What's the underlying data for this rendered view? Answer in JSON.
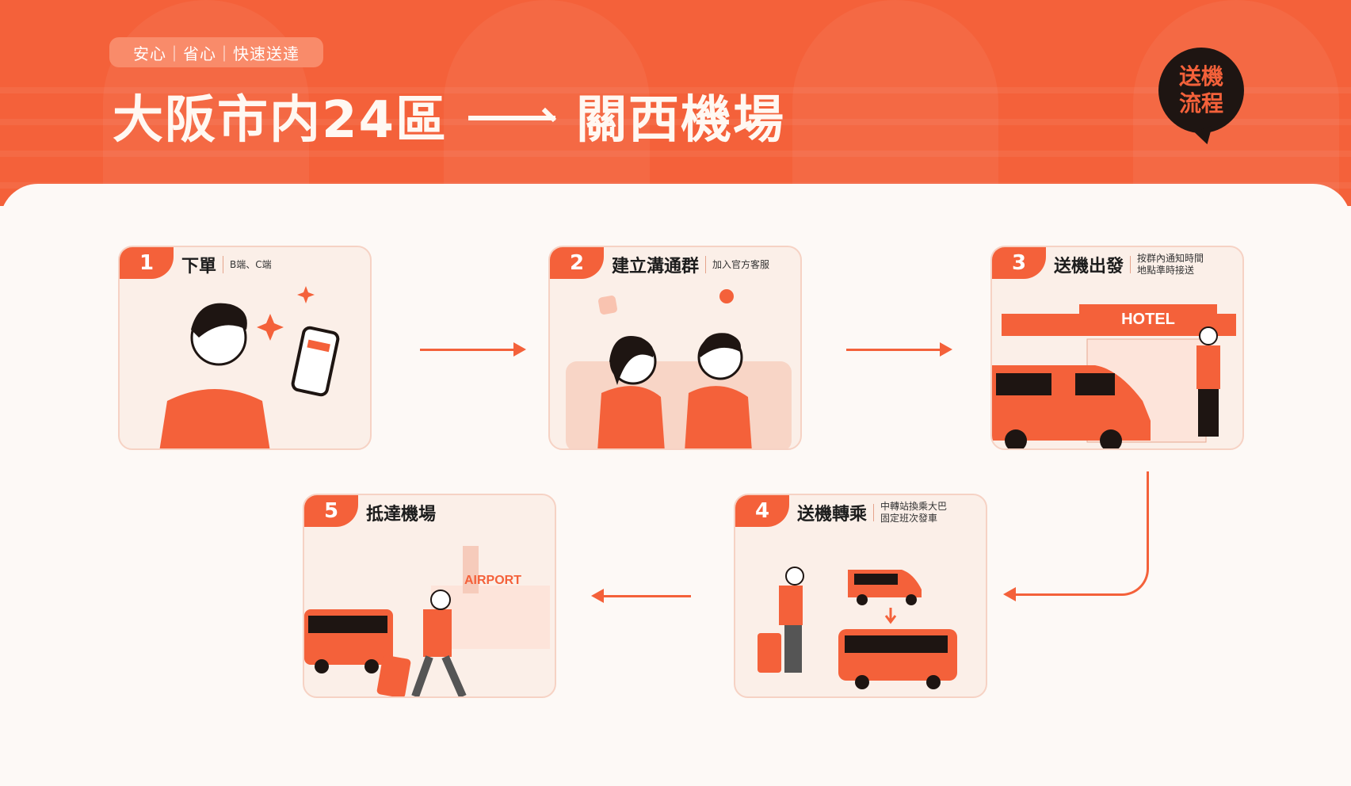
{
  "header": {
    "tagline": "安心｜省心｜快速送達",
    "title_from": "大阪市内24區",
    "title_to": "關西機場",
    "badge_line1": "送機",
    "badge_line2": "流程"
  },
  "steps": [
    {
      "num": "1",
      "title": "下單",
      "sub1": "B端、C端",
      "sub2": ""
    },
    {
      "num": "2",
      "title": "建立溝通群",
      "sub1": "加入官方客服",
      "sub2": ""
    },
    {
      "num": "3",
      "title": "送機出發",
      "sub1": "按群內通知時間",
      "sub2": "地點準時接送"
    },
    {
      "num": "4",
      "title": "送機轉乘",
      "sub1": "中轉站換乘大巴",
      "sub2": "固定班次發車"
    },
    {
      "num": "5",
      "title": "抵達機場",
      "sub1": "",
      "sub2": ""
    }
  ],
  "illustration_text": {
    "hotel": "HOTEL",
    "airport": "AIRPORT"
  },
  "colors": {
    "accent": "#f4613a",
    "dark": "#1e1512",
    "card_bg": "#fbefe8"
  }
}
